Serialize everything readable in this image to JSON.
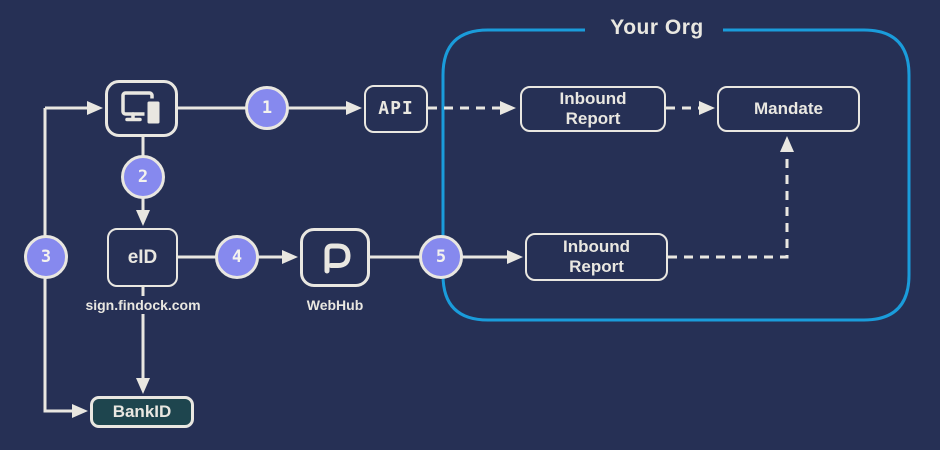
{
  "diagram": {
    "container": {
      "title": "Your Org"
    },
    "nodes": {
      "devices": {
        "label": "",
        "icon": "devices-icon"
      },
      "api": {
        "label": "API"
      },
      "inbound_report_1": {
        "label": "Inbound Report"
      },
      "mandate": {
        "label": "Mandate"
      },
      "eid": {
        "label": "eID",
        "sublabel": "sign.findock.com"
      },
      "webhub": {
        "label": "WebHub",
        "icon": "findock-logo-icon"
      },
      "inbound_report_2": {
        "label": "Inbound Report"
      },
      "bankid": {
        "label": "BankID"
      }
    },
    "steps": [
      "1",
      "2",
      "3",
      "4",
      "5"
    ],
    "edges": [
      "start -> devices (arrow, step 1 between devices and api)",
      "devices -> api (solid arrow)",
      "api -> inbound_report_1 (dashed arrow)",
      "inbound_report_1 -> mandate (dashed arrow)",
      "devices -> eid (solid arrow, step 2)",
      "eid -> webhub (solid arrow, step 4)",
      "webhub -> inbound_report_2 (solid arrow, step 5 on org border)",
      "inbound_report_2 -> mandate (dashed arrow up)",
      "eid -> bankid (solid arrow)",
      "start -> bankid (solid arrow, step 3 on left rail)"
    ]
  },
  "colors": {
    "background": "#263055",
    "line": "#e9e7e1",
    "accent_border": "#1a9cdb",
    "step_circle": "#8689ee",
    "bankid_fill": "#1e454e",
    "node_fill": "#263055",
    "text": "#e9e7e1"
  }
}
